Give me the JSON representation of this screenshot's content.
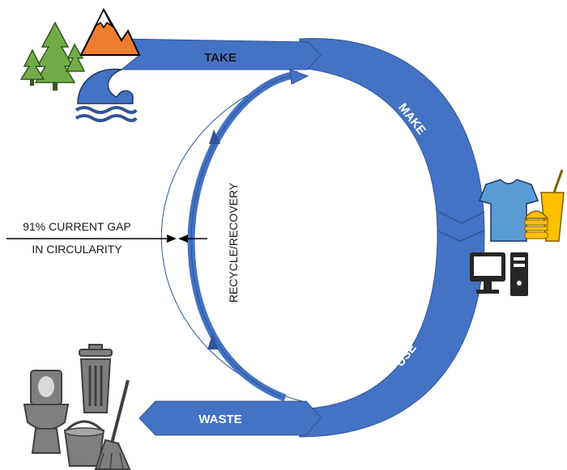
{
  "labels": {
    "take": "TAKE",
    "make": "MAKE",
    "use": "USE",
    "waste": "WASTE",
    "recycle": "RECYCLE/RECOVERY",
    "gap_line1": "91% CURRENT GAP",
    "gap_line2": "IN CIRCULARITY"
  },
  "icons": {
    "nature": [
      "tree-icon",
      "mountain-icon",
      "wave-icon"
    ],
    "products": [
      "tshirt-icon",
      "burger-drink-icon",
      "computer-icon"
    ],
    "waste": [
      "toilet-icon",
      "trash-can-icon",
      "bucket-icon",
      "broom-icon"
    ]
  },
  "colors": {
    "flow_blue": "#4472C4",
    "flow_dark": "#2F5597",
    "tree_green": "#70AD47",
    "mountain_orange": "#ED7D31",
    "wave_blue": "#4472C4",
    "shirt_blue": "#5B9BD5",
    "food_yellow": "#FFC000",
    "computer_dark": "#262626",
    "waste_gray": "#7F7F7F"
  }
}
